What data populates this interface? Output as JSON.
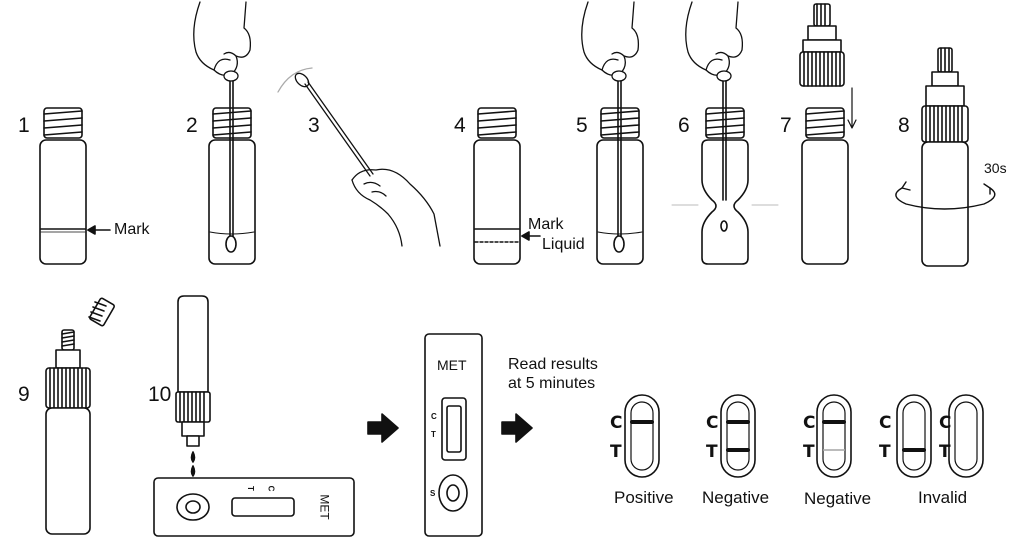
{
  "steps": [
    "1",
    "2",
    "3",
    "4",
    "5",
    "6",
    "7",
    "8",
    "9",
    "10"
  ],
  "labels": {
    "mark_1": "Mark",
    "mark_4": "Mark",
    "liquid_4": "Liquid",
    "time_8": "30s",
    "read_results_line1": "Read results",
    "read_results_line2": "at 5 minutes"
  },
  "cassette": {
    "name_top": "MET",
    "name_side": "MET",
    "c_label": "C",
    "t_label": "T",
    "s_label": "S"
  },
  "results": [
    {
      "label": "Positive",
      "c_line": "solid",
      "t_line": "none"
    },
    {
      "label": "Negative",
      "c_line": "solid",
      "t_line": "solid"
    },
    {
      "label": "Negative",
      "c_line": "solid",
      "t_line": "faint"
    },
    {
      "label": "Invalid",
      "c_line": "none",
      "t_line": "solid"
    },
    {
      "label": "",
      "c_line": "none",
      "t_line": "none"
    }
  ],
  "result_marks": {
    "c": "C",
    "t": "T"
  },
  "colors": {
    "ink": "#111111",
    "faint_line": "#bbbbbb",
    "background": "#ffffff"
  }
}
